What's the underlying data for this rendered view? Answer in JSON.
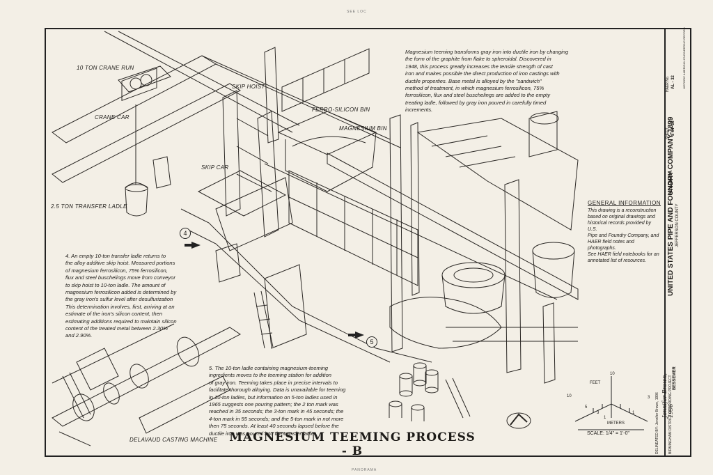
{
  "top_edge_note": "SEE LOC",
  "bottom_edge_note": "PANORAMA",
  "drawing_title": "MAGNESIUM TEEMING PROCESS - B",
  "labels": {
    "crane_run": "10 TON CRANE RUN",
    "crane_car": "CRANE CAR",
    "skip_hoist": "SKIP HOIST",
    "skip_car": "SKIP CAR",
    "transfer_ladle": "2.5 TON TRANSFER LADLE",
    "ferro_silicon_bin": "FERRO-SILICON BIN",
    "magnesium_bin": "MAGNESIUM BIN",
    "delavaud": "DELAVAUD CASTING MACHINE"
  },
  "steps": {
    "step4_number": "4",
    "step5_number": "5",
    "step4_text": "4.  An empty 10-ton transfer ladle returns to\nthe alloy additive skip hoist.  Measured portions\nof magnesium ferrosilicon, 75% ferrosilicon,\nflux and steel buschelings move from conveyor\nto skip hoist to 10-ton ladle.  The amount of\nmagnesium ferrosilicon added is determined by\nthe gray iron's sulfur level after desulfurization\nThis determination involves, first, arriving at an\nestimate of the iron's silicon content, then\nestimating additions required to maintain silicon\ncontent of the treated metal between 2.30%\nand 2.90%.",
    "step5_text": "5.  The 10-ton ladle containing magnesium-teeming\ningredients moves to the teeming station for addition\nof gray iron.  Teeming takes place in precise intervals to\nfacilitate thorough alloying.  Data is unavailable for teeming\nin 10-ton ladles, but information on 5-ton ladles used in\n1965 suggests one pouring pattern; the 2 ton mark was\nreached in 35 seconds; the 3-ton mark in 45 seconds; the\n4-ton mark in 55 seconds; and the 5-ton mark in not more\nthen 75 seconds.  At least 40 seconds lapsed before the\nductile iron was poured into the transfer ladle."
  },
  "intro_text": "Magnesium teeming transforms gray iron into ductile iron by changing\nthe form of the graphite from flake to spheroidal.  Discovered in\n1948, this process greatly increases the tensile strength of cast\niron and makes possible the direct production of iron castings with\nductile properties.  Base metal is alloyed by the \"sandwich\"\nmethod of treatment, in which magnesium ferrosilicon, 75%\nferrosilicon, flux and steel buschelings are added to the empty\ntreating ladle, followed by gray iron poured in carefully timed\nincrements.",
  "general_info": {
    "heading": "GENERAL INFORMATION",
    "text": "This drawing is a reconstruction\nbased on original drawings and\nhistorical records provided by U.S.\nPipe and Foundry Company, and\nHAER field notes and photographs.\nSee HAER field notebooks for an\nannotated list of resources."
  },
  "scale": {
    "feet_label": "FEET",
    "meters_label": "METERS",
    "scale_text": "SCALE: 1/4\" = 1'-0\"",
    "ticks": [
      "10",
      "5",
      "3",
      "1",
      "0",
      "1",
      "3",
      "5",
      "10"
    ]
  },
  "title_block": {
    "project": "UNITED STATES PIPE AND FOUNDRY COMPANY-1899",
    "location": "BESSEMER",
    "county": "JEFFERSON COUNTY",
    "state": "ALABAMA",
    "recorder": "BIRMINGHAM DISTRICT RECORDING PROJECT",
    "sheet_no": "8 OF 16",
    "haer_no": "AL - 32",
    "delineator": "DELINEATED BY: Jennifer Brown, 1996",
    "signature": "Jennifer Brown, 1996",
    "agency": "HISTORIC AMERICAN ENGINEERING RECORD",
    "sheet_label": "SHEET",
    "haer_label": "HAER No."
  }
}
